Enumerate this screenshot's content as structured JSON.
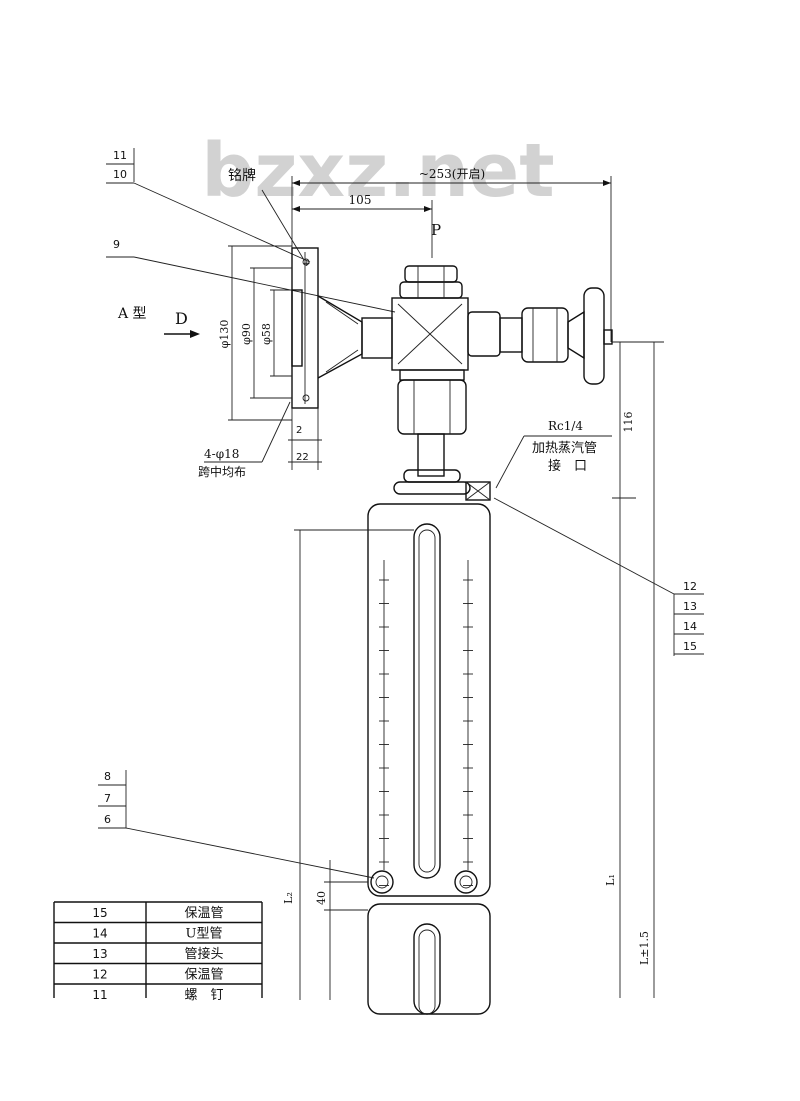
{
  "watermark": "bzxz.net",
  "labels": {
    "nameplate": "铭牌",
    "view_p": "P",
    "type_a": "A 型",
    "view_d": "D",
    "bolts": "4-φ18",
    "bolts_note": "跨中均布",
    "port_thread": "Rc1/4",
    "port_line1": "加热蒸汽管",
    "port_line2": "接　口"
  },
  "dimensions": {
    "open_width": "~253(开启)",
    "flange_offset": "105",
    "d130": "φ130",
    "d90": "φ90",
    "d58": "φ58",
    "gap2": "2",
    "thick22": "22",
    "h116": "116",
    "h40": "40",
    "L2": "L₂",
    "L1": "L₁",
    "L": "L±1.5"
  },
  "callouts": {
    "c11": "11",
    "c10": "10",
    "c9": "9",
    "c12": "12",
    "c13": "13",
    "c14": "14",
    "c15": "15",
    "c8": "8",
    "c7": "7",
    "c6": "6"
  },
  "parts_table": [
    {
      "no": "15",
      "name": "保温管"
    },
    {
      "no": "14",
      "name": "U型管"
    },
    {
      "no": "13",
      "name": "管接头"
    },
    {
      "no": "12",
      "name": "保温管"
    },
    {
      "no": "11",
      "name": "螺　钉"
    }
  ]
}
